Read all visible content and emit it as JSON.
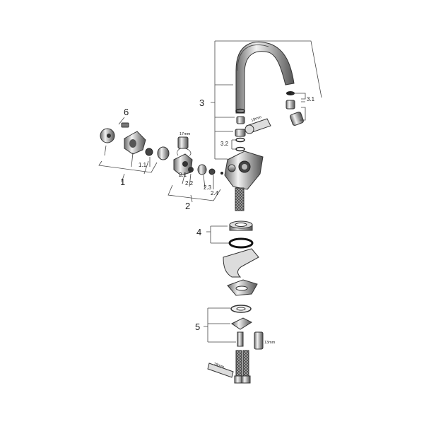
{
  "diagram": {
    "callouts": {
      "c1": "1",
      "c1_1": "1.1",
      "c2": "2",
      "c2_1": "2.1",
      "c2_2": "2.2",
      "c2_3": "2.3",
      "c2_4": "2.4",
      "c3": "3",
      "c3_1": "3.1",
      "c3_2": "3.2",
      "c4": "4",
      "c5": "5",
      "c6": "6"
    },
    "dimensions": {
      "d17mm": "17mm",
      "d13mm": "13mm",
      "d19mm": "19mm",
      "d18mm": "18mm"
    }
  }
}
